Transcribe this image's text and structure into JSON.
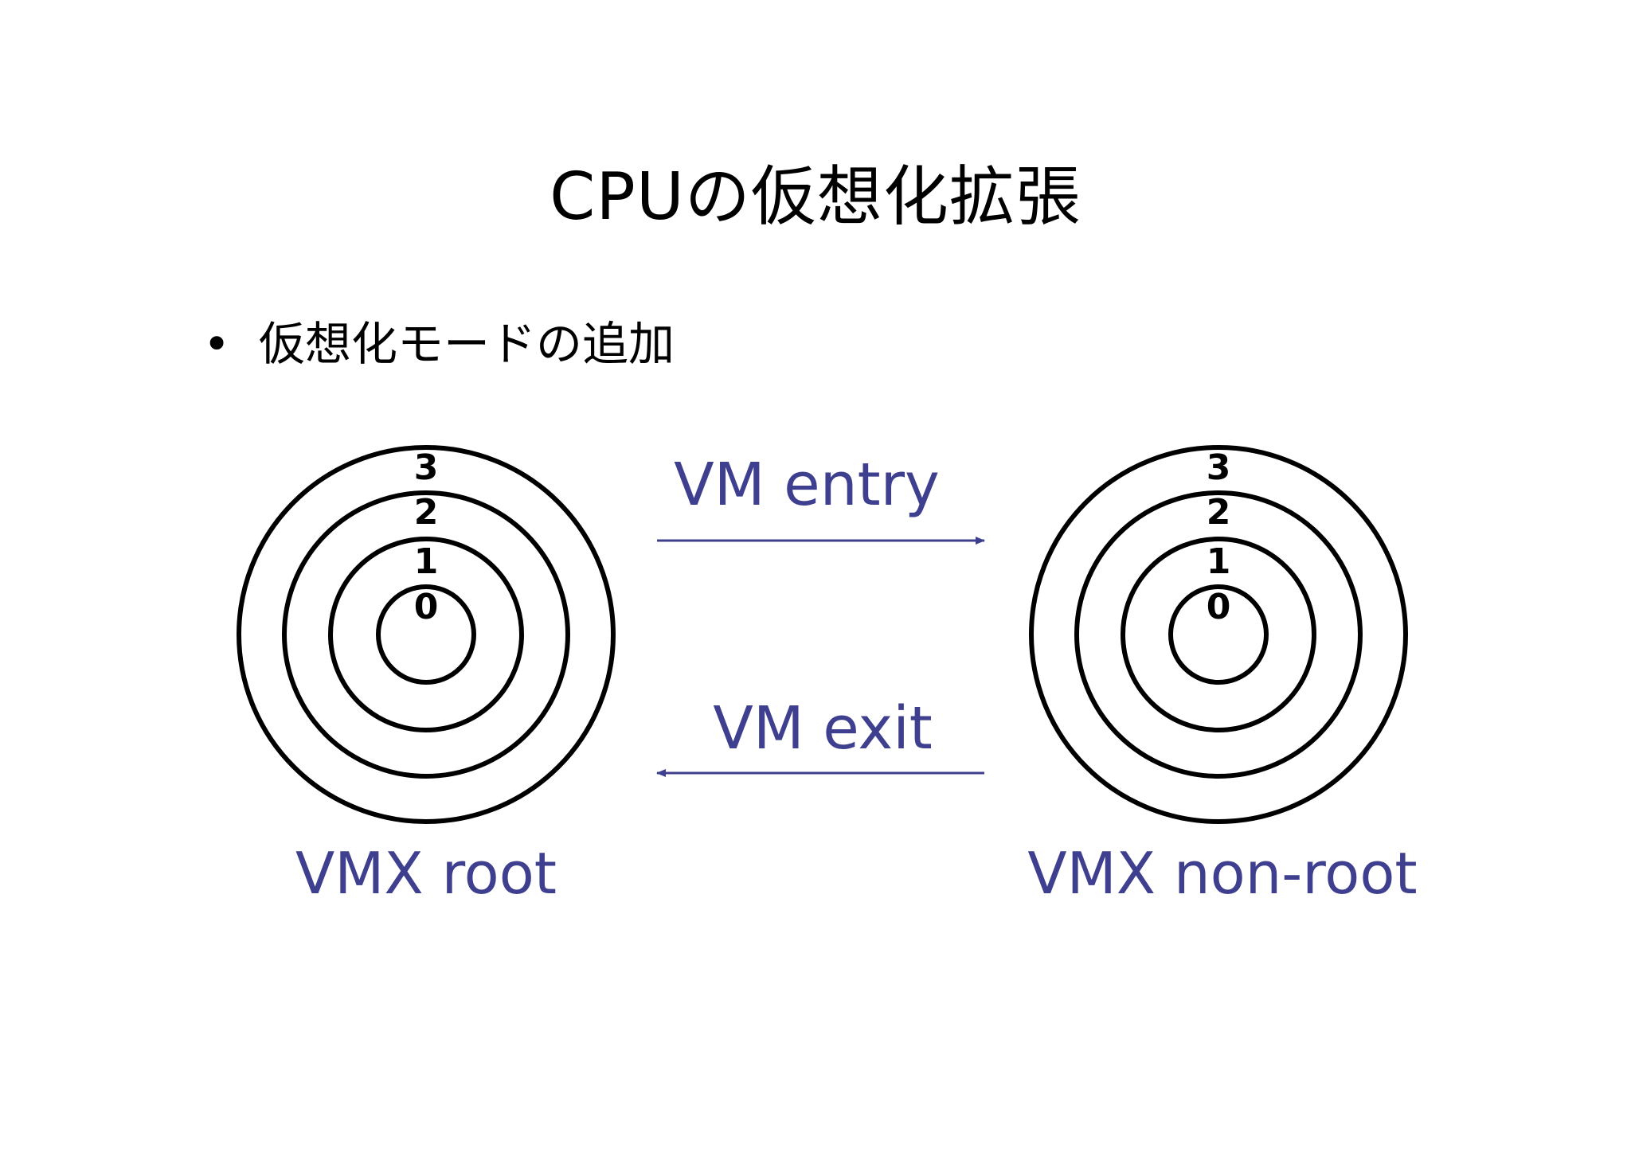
{
  "title": "CPUの仮想化拡張",
  "bullet": {
    "marker": "•",
    "text": "仮想化モードの追加"
  },
  "diagram": {
    "left_mode": {
      "label": "VMX root",
      "rings": [
        "3",
        "2",
        "1",
        "0"
      ]
    },
    "right_mode": {
      "label": "VMX non-root",
      "rings": [
        "3",
        "2",
        "1",
        "0"
      ]
    },
    "transitions": {
      "entry": "VM entry",
      "exit": "VM exit"
    },
    "colors": {
      "label": "#3f3f8f",
      "arrow": "#3f3f8f",
      "ring": "#000000"
    }
  }
}
